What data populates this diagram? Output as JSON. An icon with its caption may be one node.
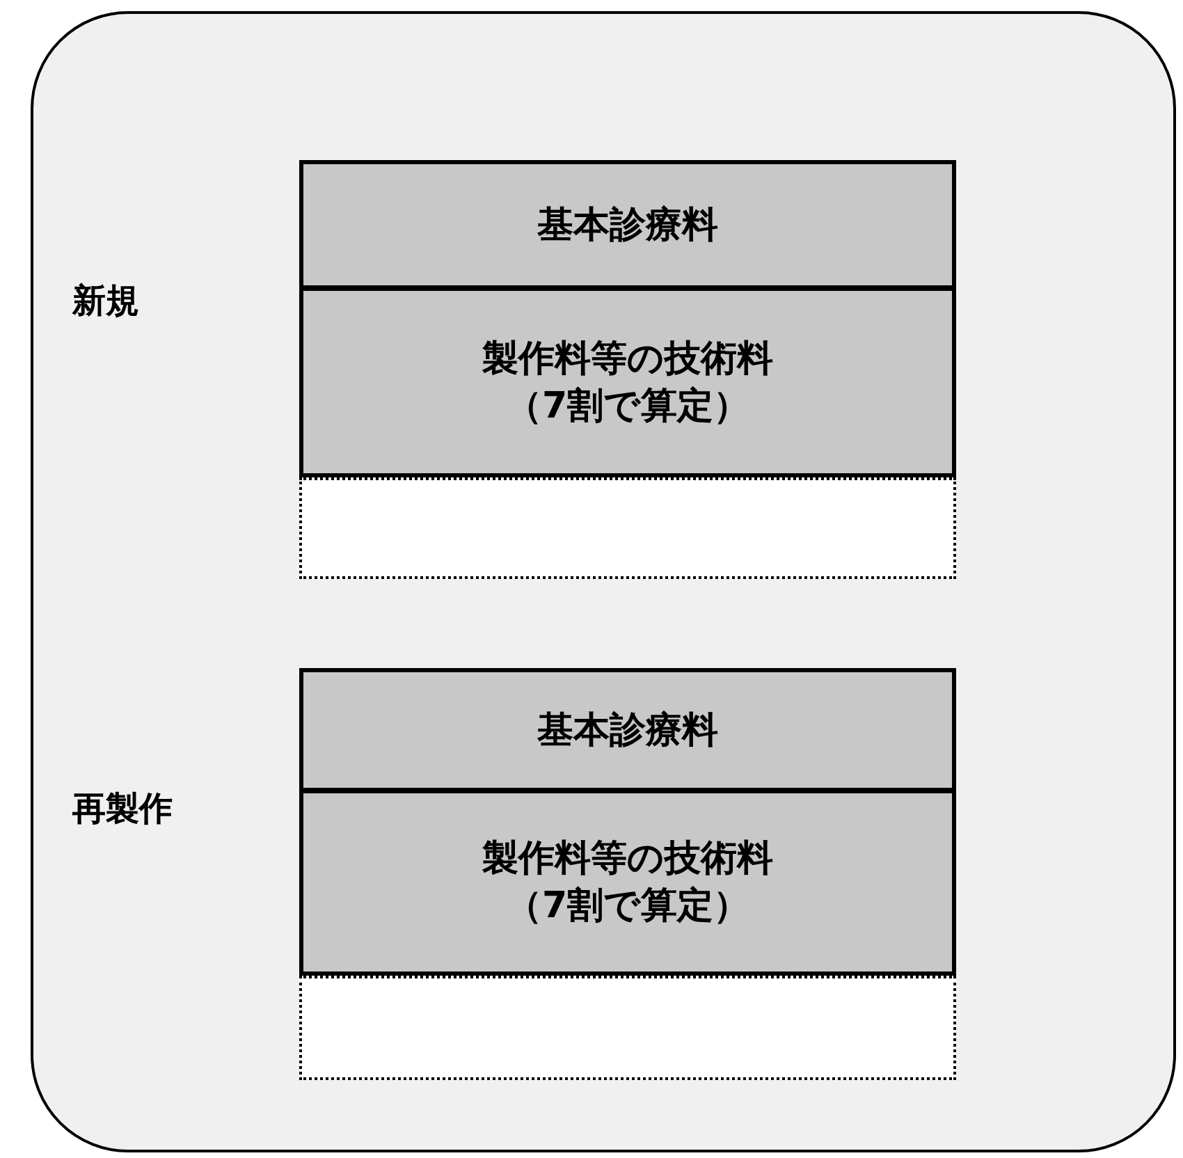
{
  "diagram": {
    "nodes": [
      {
        "text": [],
        "shape": "box"
      },
      {
        "text": [
          "基本診療料"
        ],
        "in": 0
      },
      {
        "text": [
          "製作料等の技術料",
          "（7割で算定）"
        ],
        "in": 0
      },
      {
        "text": [],
        "shape": "box",
        "in": 0
      },
      {
        "text": [
          "基本診療料"
        ],
        "in": 0
      },
      {
        "text": [
          "製作料等の技術料",
          "（7割で算定）"
        ],
        "in": 0
      },
      {
        "text": [],
        "shape": "box",
        "in": 0
      }
    ],
    "labels": [
      "新規",
      "再製作"
    ]
  }
}
